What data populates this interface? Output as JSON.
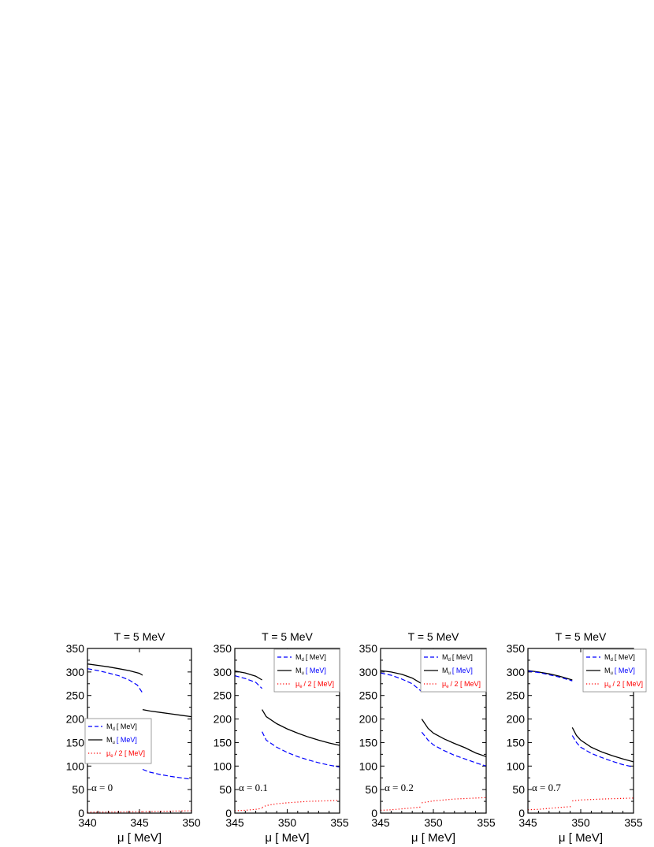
{
  "chart_data": [
    {
      "type": "line",
      "title": "T  = 5 MeV",
      "xlabel": "μ [ MeV]",
      "ylabel": "",
      "xlim": [
        340,
        350
      ],
      "ylim": [
        0,
        350
      ],
      "xticks": [
        "340",
        "345",
        "350"
      ],
      "yticks": [
        "0",
        "50",
        "100",
        "150",
        "200",
        "250",
        "300",
        "350"
      ],
      "annotation": "α = 0",
      "legend_position": "center-left",
      "legend": [
        {
          "main": "M",
          "sub": "d",
          "unit": "[ MeV]",
          "unit_color": "#000000",
          "style": "dashed",
          "color": "#0000ff"
        },
        {
          "main": "M",
          "sub": "u",
          "unit": "[ MeV]",
          "unit_color": "#0000ff",
          "style": "solid",
          "color": "#000000"
        },
        {
          "main": "μ",
          "sub": "e",
          "unit": "/ 2 [ MeV]",
          "unit_color": "#ff0000",
          "main_color": "#ff0000",
          "style": "dotted",
          "color": "#ff0000"
        }
      ],
      "series": [
        {
          "style": "solid",
          "color": "#000000",
          "segments": [
            [
              [
                340,
                317
              ],
              [
                341,
                314
              ],
              [
                342,
                311
              ],
              [
                343,
                307
              ],
              [
                344,
                303
              ],
              [
                345,
                297
              ],
              [
                345.3,
                293
              ]
            ],
            [
              [
                345.3,
                220
              ],
              [
                346,
                217
              ],
              [
                347,
                214
              ],
              [
                348,
                211
              ],
              [
                349,
                208
              ],
              [
                350,
                205
              ]
            ]
          ]
        },
        {
          "style": "dashed",
          "color": "#0000ff",
          "segments": [
            [
              [
                340,
                307
              ],
              [
                341,
                303
              ],
              [
                342,
                298
              ],
              [
                343,
                292
              ],
              [
                344,
                283
              ],
              [
                344.8,
                272
              ],
              [
                345.3,
                255
              ]
            ],
            [
              [
                345.3,
                93
              ],
              [
                346,
                87
              ],
              [
                347,
                82
              ],
              [
                348,
                78
              ],
              [
                349,
                75
              ],
              [
                350,
                72
              ]
            ]
          ]
        },
        {
          "style": "dotted",
          "color": "#ff0000",
          "segments": [
            [
              [
                340,
                2
              ],
              [
                343,
                2.5
              ],
              [
                345.3,
                3
              ]
            ],
            [
              [
                345.3,
                3
              ],
              [
                350,
                5
              ]
            ]
          ]
        }
      ]
    },
    {
      "type": "line",
      "title": "T = 5 MeV",
      "xlabel": "μ [ MeV]",
      "ylabel": "",
      "xlim": [
        345,
        355
      ],
      "ylim": [
        0,
        350
      ],
      "xticks": [
        "345",
        "350",
        "355"
      ],
      "yticks": [
        "0",
        "50",
        "100",
        "150",
        "200",
        "250",
        "300",
        "350"
      ],
      "annotation": "α = 0.1",
      "legend_position": "top-right",
      "legend": [
        {
          "main": "M",
          "sub": "d",
          "unit": "[ MeV]",
          "unit_color": "#000000",
          "style": "dashed",
          "color": "#0000ff"
        },
        {
          "main": "M",
          "sub": "u",
          "unit": "[ MeV]",
          "unit_color": "#0000ff",
          "style": "solid",
          "color": "#000000"
        },
        {
          "main": "μ",
          "sub": "e",
          "unit": "/ 2 [ MeV]",
          "unit_color": "#ff0000",
          "main_color": "#ff0000",
          "style": "dotted",
          "color": "#ff0000"
        }
      ],
      "series": [
        {
          "style": "solid",
          "color": "#000000",
          "segments": [
            [
              [
                345,
                302
              ],
              [
                346,
                298
              ],
              [
                347,
                291
              ],
              [
                347.6,
                283
              ]
            ],
            [
              [
                347.6,
                220
              ],
              [
                348,
                205
              ],
              [
                349,
                190
              ],
              [
                350,
                179
              ],
              [
                351,
                170
              ],
              [
                352,
                162
              ],
              [
                353,
                155
              ],
              [
                354,
                149
              ],
              [
                355,
                144
              ]
            ]
          ]
        },
        {
          "style": "dashed",
          "color": "#0000ff",
          "segments": [
            [
              [
                345,
                292
              ],
              [
                346,
                286
              ],
              [
                347,
                278
              ],
              [
                347.6,
                265
              ]
            ],
            [
              [
                347.6,
                173
              ],
              [
                348,
                155
              ],
              [
                349,
                140
              ],
              [
                350,
                129
              ],
              [
                351,
                120
              ],
              [
                352,
                113
              ],
              [
                353,
                107
              ],
              [
                354,
                102
              ],
              [
                355,
                98
              ]
            ]
          ]
        },
        {
          "style": "dotted",
          "color": "#ff0000",
          "segments": [
            [
              [
                345,
                5
              ],
              [
                346,
                6
              ],
              [
                347,
                8
              ],
              [
                347.6,
                10
              ]
            ],
            [
              [
                347.6,
                12
              ],
              [
                348,
                16
              ],
              [
                349,
                20
              ],
              [
                350,
                22
              ],
              [
                352,
                25
              ],
              [
                355,
                27
              ]
            ]
          ]
        }
      ]
    },
    {
      "type": "line",
      "title": "T = 5 MeV",
      "xlabel": "μ [ MeV]",
      "ylabel": "",
      "xlim": [
        345,
        355
      ],
      "ylim": [
        0,
        350
      ],
      "xticks": [
        "345",
        "350",
        "355"
      ],
      "yticks": [
        "0",
        "50",
        "100",
        "150",
        "200",
        "250",
        "300",
        "350"
      ],
      "annotation": "α = 0.2",
      "legend_position": "top-right",
      "legend": [
        {
          "main": "M",
          "sub": "d",
          "unit": "[ MeV]",
          "unit_color": "#000000",
          "style": "dashed",
          "color": "#0000ff"
        },
        {
          "main": "M",
          "sub": "u",
          "unit": "[ MeV]",
          "unit_color": "#0000ff",
          "style": "solid",
          "color": "#000000"
        },
        {
          "main": "μ",
          "sub": "e",
          "unit": "/ 2 [ MeV]",
          "unit_color": "#ff0000",
          "main_color": "#ff0000",
          "style": "dotted",
          "color": "#ff0000"
        }
      ],
      "series": [
        {
          "style": "solid",
          "color": "#000000",
          "segments": [
            [
              [
                345,
                303
              ],
              [
                346,
                300
              ],
              [
                347,
                295
              ],
              [
                348,
                287
              ],
              [
                348.9,
                275
              ]
            ],
            [
              [
                348.9,
                200
              ],
              [
                349.5,
                180
              ],
              [
                350,
                170
              ],
              [
                351,
                158
              ],
              [
                352,
                148
              ],
              [
                353,
                139
              ],
              [
                354,
                128
              ],
              [
                355,
                120
              ]
            ]
          ]
        },
        {
          "style": "dashed",
          "color": "#0000ff",
          "segments": [
            [
              [
                345,
                298
              ],
              [
                346,
                293
              ],
              [
                347,
                285
              ],
              [
                348,
                275
              ],
              [
                348.9,
                258
              ]
            ],
            [
              [
                348.9,
                172
              ],
              [
                349.5,
                155
              ],
              [
                350,
                145
              ],
              [
                351,
                133
              ],
              [
                352,
                123
              ],
              [
                353,
                115
              ],
              [
                354,
                107
              ],
              [
                355,
                100
              ]
            ]
          ]
        },
        {
          "style": "dotted",
          "color": "#ff0000",
          "segments": [
            [
              [
                345,
                6
              ],
              [
                346,
                7
              ],
              [
                347,
                9
              ],
              [
                348,
                11
              ],
              [
                348.9,
                13
              ]
            ],
            [
              [
                348.9,
                22
              ],
              [
                350,
                26
              ],
              [
                352,
                30
              ],
              [
                355,
                33
              ]
            ]
          ]
        }
      ]
    },
    {
      "type": "line",
      "title": "T = 5 MeV",
      "xlabel": "μ [ MeV]",
      "ylabel": "",
      "xlim": [
        345,
        355
      ],
      "ylim": [
        0,
        350
      ],
      "xticks": [
        "345",
        "350",
        "355"
      ],
      "yticks": [
        "0",
        "50",
        "100",
        "150",
        "200",
        "250",
        "300",
        "350"
      ],
      "annotation": "α = 0.7",
      "legend_position": "top-right",
      "legend": [
        {
          "main": "M",
          "sub": "d",
          "unit": "[ MeV]",
          "unit_color": "#000000",
          "style": "dashed",
          "color": "#0000ff"
        },
        {
          "main": "M",
          "sub": "u",
          "unit": "[ MeV]",
          "unit_color": "#0000ff",
          "style": "solid",
          "color": "#000000"
        },
        {
          "main": "μ",
          "sub": "e",
          "unit": "/ 2 [ MeV]",
          "unit_color": "#ff0000",
          "main_color": "#ff0000",
          "style": "dotted",
          "color": "#ff0000"
        }
      ],
      "series": [
        {
          "style": "solid",
          "color": "#000000",
          "segments": [
            [
              [
                345,
                303
              ],
              [
                346,
                300
              ],
              [
                347,
                296
              ],
              [
                348,
                291
              ],
              [
                349.2,
                283
              ]
            ],
            [
              [
                349.2,
                182
              ],
              [
                349.6,
                165
              ],
              [
                350,
                155
              ],
              [
                351,
                140
              ],
              [
                352,
                130
              ],
              [
                353,
                122
              ],
              [
                354,
                115
              ],
              [
                355,
                109
              ]
            ]
          ]
        },
        {
          "style": "dashed",
          "color": "#0000ff",
          "segments": [
            [
              [
                345,
                302
              ],
              [
                346,
                299
              ],
              [
                347,
                294
              ],
              [
                348,
                289
              ],
              [
                349.2,
                281
              ]
            ],
            [
              [
                349.2,
                165
              ],
              [
                349.6,
                150
              ],
              [
                350,
                140
              ],
              [
                351,
                127
              ],
              [
                352,
                118
              ],
              [
                353,
                110
              ],
              [
                354,
                103
              ],
              [
                355,
                98
              ]
            ]
          ]
        },
        {
          "style": "dotted",
          "color": "#ff0000",
          "segments": [
            [
              [
                345,
                7
              ],
              [
                346,
                8
              ],
              [
                347,
                10
              ],
              [
                348,
                12
              ],
              [
                349.2,
                14
              ]
            ],
            [
              [
                349.2,
                26
              ],
              [
                350,
                28
              ],
              [
                352,
                30
              ],
              [
                355,
                32
              ]
            ]
          ]
        }
      ]
    }
  ]
}
